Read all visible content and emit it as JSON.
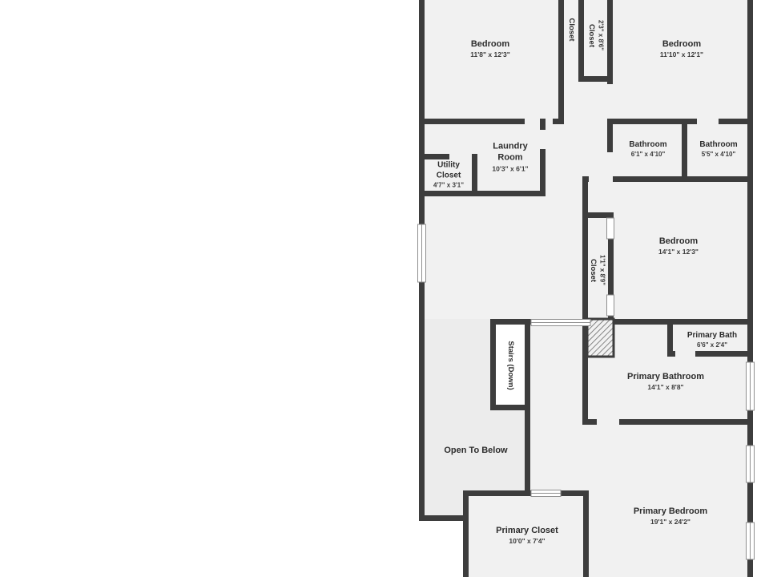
{
  "colors": {
    "wall": "#3d3d3d",
    "room_fill": "#f1f1f1",
    "open_to_below_fill": "#ececec",
    "background": "#ffffff",
    "window": "#ffffff",
    "text": "#2d2d2d"
  },
  "rooms": {
    "bedroom_top_left": {
      "name": "Bedroom",
      "dims": "11'8\" x 12'3\""
    },
    "closet_hall_small": {
      "name": "Closet",
      "dims": ""
    },
    "closet_hall": {
      "name": "Closet",
      "dims": "2'3\" x 8'6\""
    },
    "bedroom_top_right": {
      "name": "Bedroom",
      "dims": "11'10\" x 12'1\""
    },
    "laundry_room": {
      "name": "Laundry Room",
      "dims": "10'3\" x 6'1\""
    },
    "utility_closet": {
      "name": "Utility Closet",
      "dims": "4'7\" x 3'1\""
    },
    "bathroom_left": {
      "name": "Bathroom",
      "dims": "6'1\" x 4'10\""
    },
    "bathroom_right": {
      "name": "Bathroom",
      "dims": "5'5\" x 4'10\""
    },
    "bedroom_middle": {
      "name": "Bedroom",
      "dims": "14'1\" x 12'3\""
    },
    "closet_middle": {
      "name": "Closet",
      "dims": "1'1\" x 8'9\""
    },
    "stairs": {
      "name": "Stairs (Down)",
      "dims": ""
    },
    "primary_bath": {
      "name": "Primary Bath",
      "dims": "6'6\" x 2'4\""
    },
    "primary_bathroom": {
      "name": "Primary Bathroom",
      "dims": "14'1\" x 8'8\""
    },
    "open_to_below": {
      "name": "Open To Below",
      "dims": ""
    },
    "primary_closet": {
      "name": "Primary Closet",
      "dims": "10'0\" x 7'4\""
    },
    "primary_bedroom": {
      "name": "Primary Bedroom",
      "dims": "19'1\" x 24'2\""
    }
  }
}
